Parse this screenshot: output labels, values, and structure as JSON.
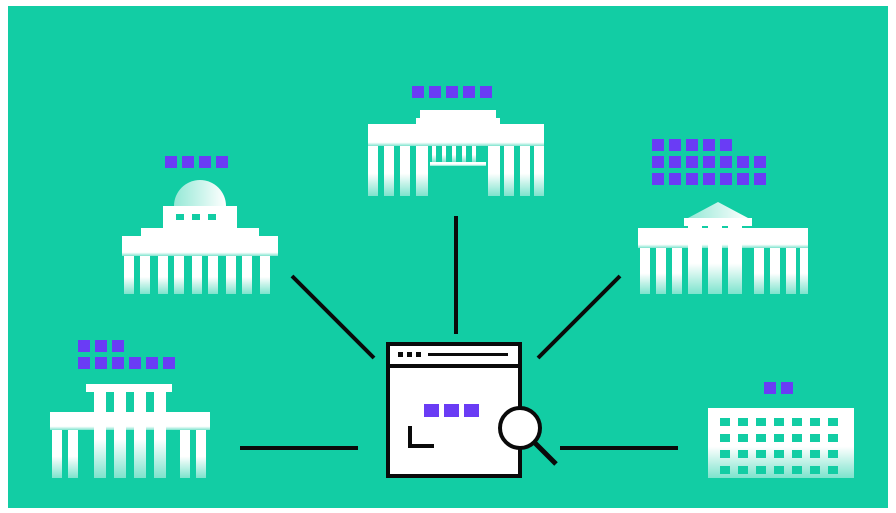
{
  "illustration": {
    "background_color": "#12CDA4",
    "building_color": "#FFFFFF",
    "block_color": "#6A3CF5",
    "line_color": "#0A0A0A",
    "center_icon": "browser-window-with-magnifier-icon",
    "buildings": [
      {
        "icon": "domed-capitol-building-icon",
        "block_rows": [
          4
        ]
      },
      {
        "icon": "wide-colonnade-building-icon",
        "block_rows": [
          5
        ]
      },
      {
        "icon": "pediment-temple-building-icon",
        "block_rows": [
          5,
          7,
          7
        ]
      },
      {
        "icon": "stepped-columned-building-icon",
        "block_rows": [
          3,
          6
        ]
      },
      {
        "icon": "office-grid-building-icon",
        "block_rows": [
          2
        ]
      }
    ],
    "browser_blocks": 3
  }
}
